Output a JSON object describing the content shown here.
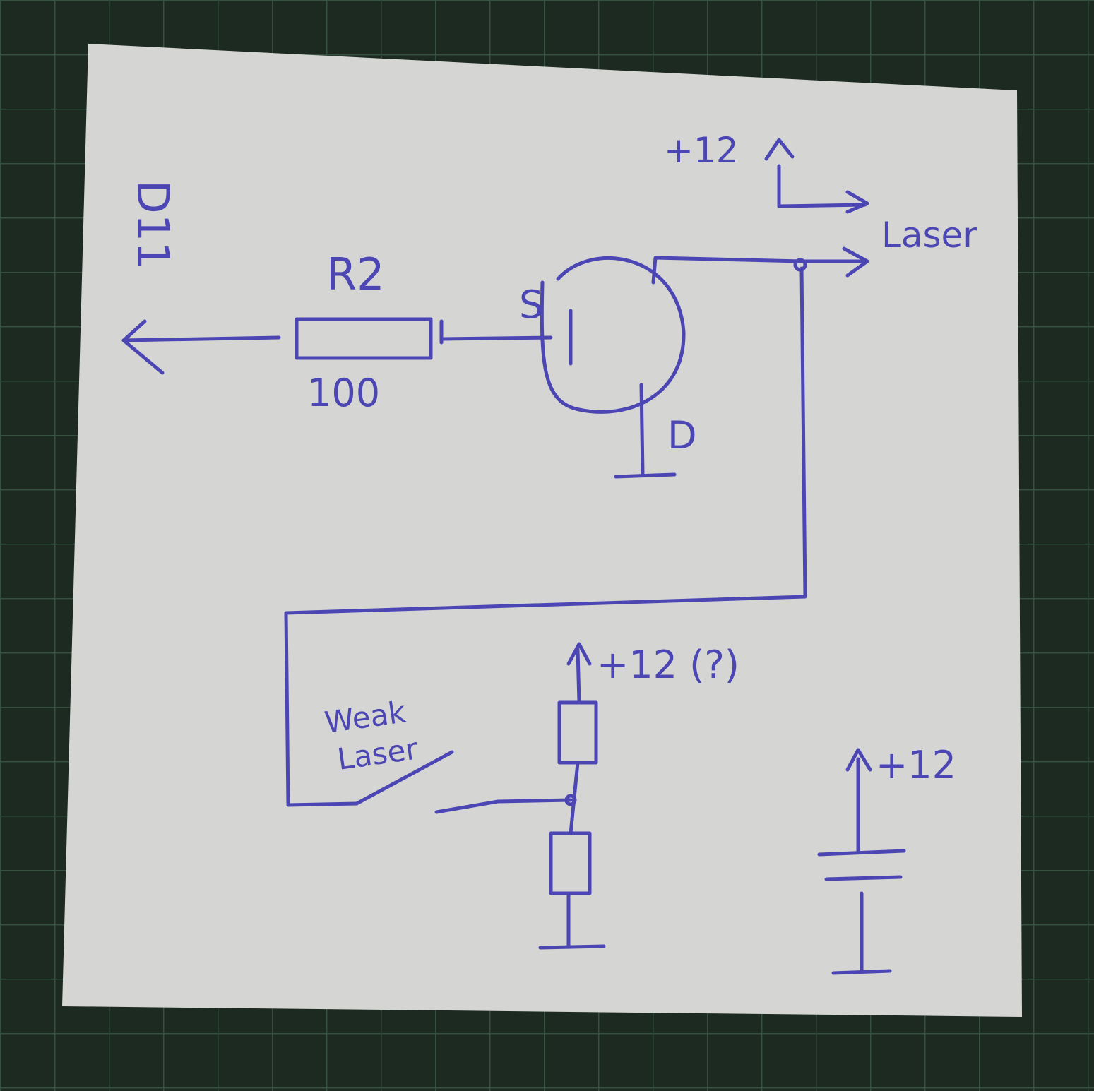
{
  "colors": {
    "ink": "#4c46b4",
    "paper": "#d5d6d3",
    "mat": "#1d2a22",
    "grid": "#2f4a3a"
  },
  "labels": {
    "pin": "D11",
    "resistor_name": "R2",
    "resistor_value": "100",
    "source": "S",
    "drain": "D",
    "supply_top": "+12",
    "laser": "Laser",
    "supply_pot": "+12 (?)",
    "weak_laser_line1": "Weak",
    "weak_laser_line2": "Laser",
    "supply_cap": "+12"
  }
}
